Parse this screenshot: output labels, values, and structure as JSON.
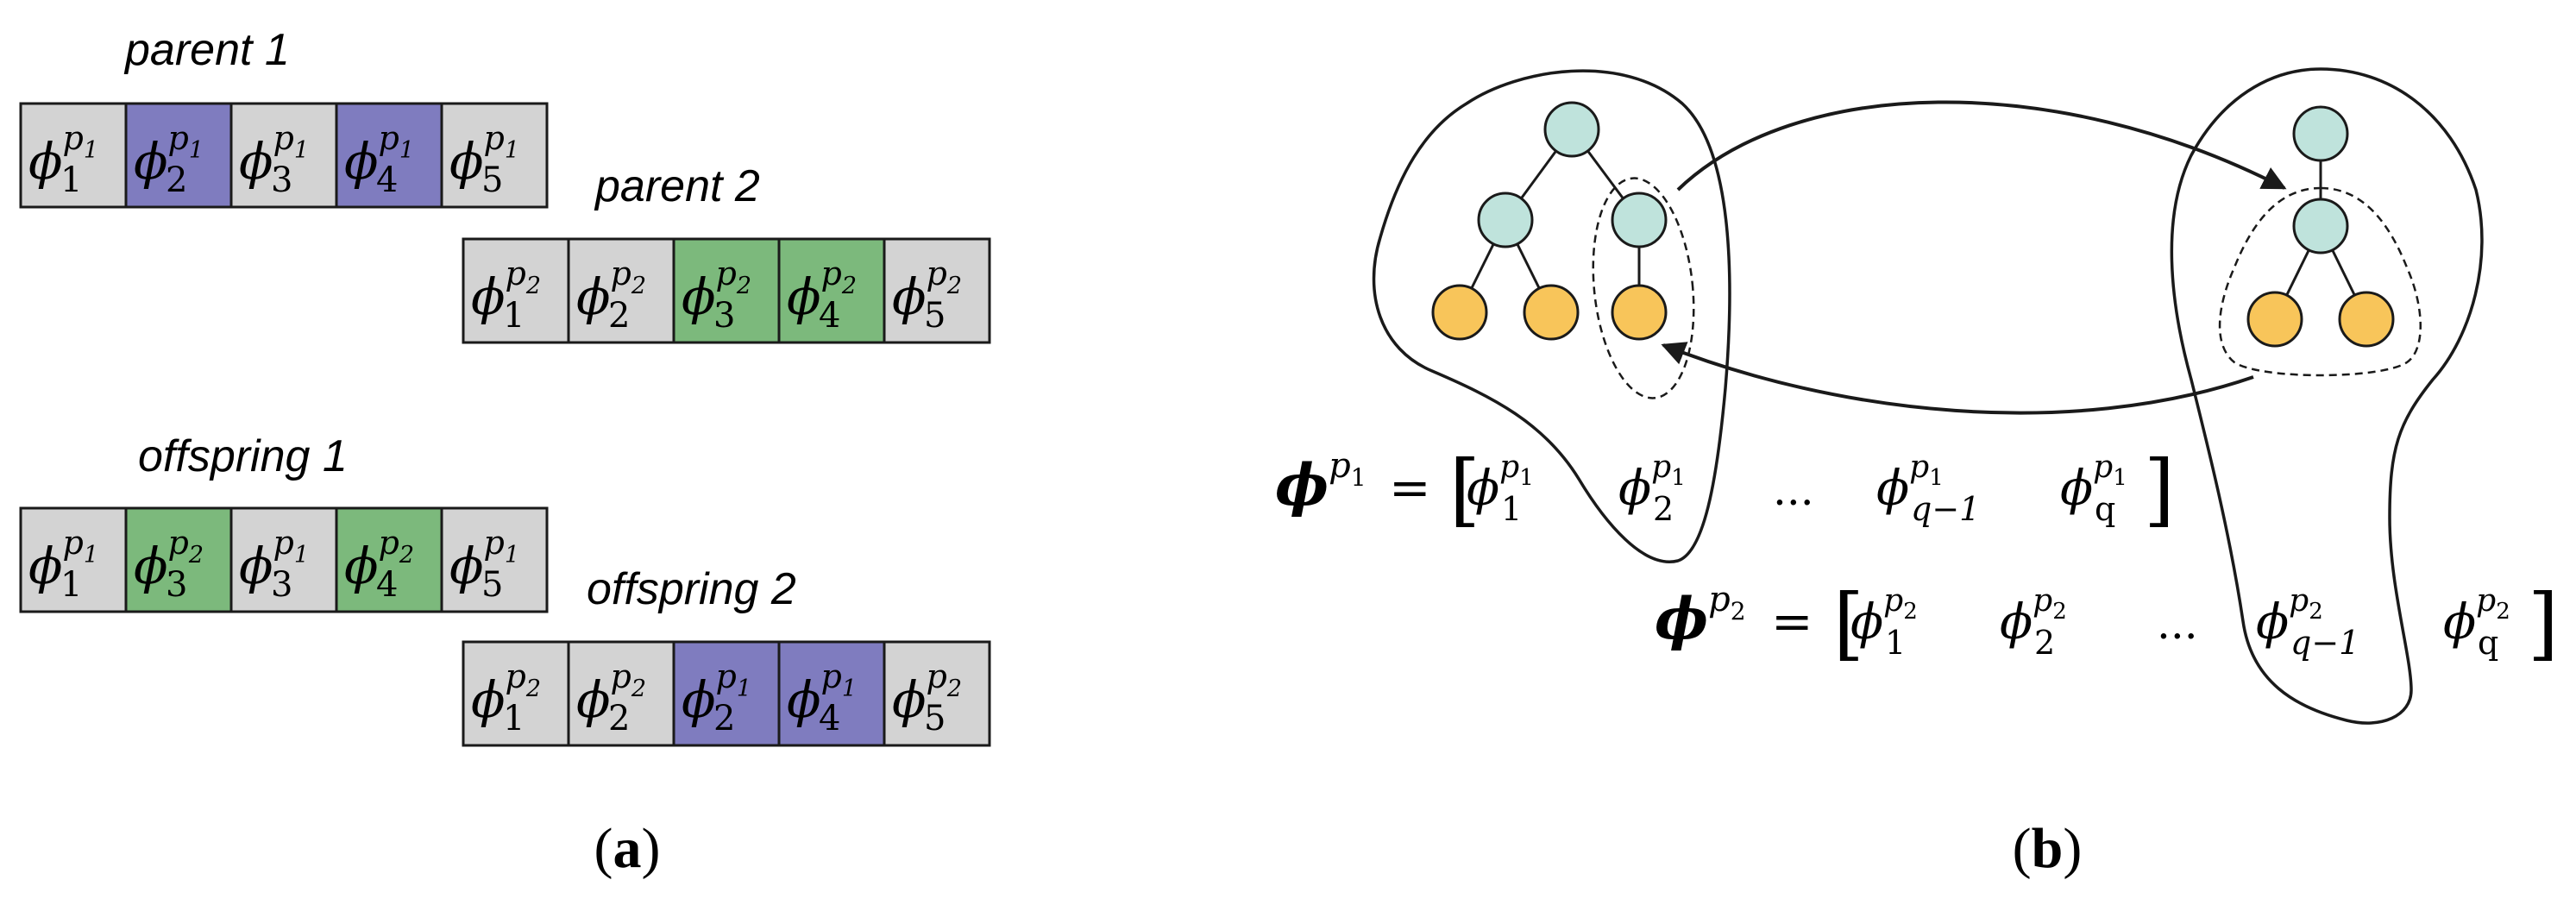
{
  "panel_a": {
    "caption": {
      "open": "(",
      "letter": "a",
      "close": ")"
    },
    "colors": {
      "gray": "#d3d3d3",
      "purple": "#7f7cbf",
      "green": "#7cb97c",
      "stroke": "#1a1a1a"
    },
    "chromosomes": [
      {
        "label": "parent 1",
        "genes": [
          {
            "base": "ϕ",
            "sub": "1",
            "sup": "p",
            "supsub": "1",
            "color": "gray"
          },
          {
            "base": "ϕ",
            "sub": "2",
            "sup": "p",
            "supsub": "1",
            "color": "purple"
          },
          {
            "base": "ϕ",
            "sub": "3",
            "sup": "p",
            "supsub": "1",
            "color": "gray"
          },
          {
            "base": "ϕ",
            "sub": "4",
            "sup": "p",
            "supsub": "1",
            "color": "purple"
          },
          {
            "base": "ϕ",
            "sub": "5",
            "sup": "p",
            "supsub": "1",
            "color": "gray"
          }
        ]
      },
      {
        "label": "parent 2",
        "genes": [
          {
            "base": "ϕ",
            "sub": "1",
            "sup": "p",
            "supsub": "2",
            "color": "gray"
          },
          {
            "base": "ϕ",
            "sub": "2",
            "sup": "p",
            "supsub": "2",
            "color": "gray"
          },
          {
            "base": "ϕ",
            "sub": "3",
            "sup": "p",
            "supsub": "2",
            "color": "green"
          },
          {
            "base": "ϕ",
            "sub": "4",
            "sup": "p",
            "supsub": "2",
            "color": "green"
          },
          {
            "base": "ϕ",
            "sub": "5",
            "sup": "p",
            "supsub": "2",
            "color": "gray"
          }
        ]
      },
      {
        "label": "offspring 1",
        "genes": [
          {
            "base": "ϕ",
            "sub": "1",
            "sup": "p",
            "supsub": "1",
            "color": "gray"
          },
          {
            "base": "ϕ",
            "sub": "3",
            "sup": "p",
            "supsub": "2",
            "color": "green"
          },
          {
            "base": "ϕ",
            "sub": "3",
            "sup": "p",
            "supsub": "1",
            "color": "gray"
          },
          {
            "base": "ϕ",
            "sub": "4",
            "sup": "p",
            "supsub": "2",
            "color": "green"
          },
          {
            "base": "ϕ",
            "sub": "5",
            "sup": "p",
            "supsub": "1",
            "color": "gray"
          }
        ]
      },
      {
        "label": "offspring 2",
        "genes": [
          {
            "base": "ϕ",
            "sub": "1",
            "sup": "p",
            "supsub": "2",
            "color": "gray"
          },
          {
            "base": "ϕ",
            "sub": "2",
            "sup": "p",
            "supsub": "2",
            "color": "gray"
          },
          {
            "base": "ϕ",
            "sub": "2",
            "sup": "p",
            "supsub": "1",
            "color": "purple"
          },
          {
            "base": "ϕ",
            "sub": "4",
            "sup": "p",
            "supsub": "1",
            "color": "purple"
          },
          {
            "base": "ϕ",
            "sub": "5",
            "sup": "p",
            "supsub": "2",
            "color": "gray"
          }
        ]
      }
    ]
  },
  "panel_b": {
    "caption": {
      "open": "(",
      "letter": "b",
      "close": ")"
    },
    "colors": {
      "internal_node": "#bfe3dc",
      "leaf_node": "#f8c55a",
      "stroke": "#1a1a1a"
    },
    "equations": [
      {
        "lhs": "ϕ",
        "lhs_sup": "p",
        "lhs_supsub": "1",
        "equals": "=",
        "open_bracket": "[",
        "close_bracket": "]",
        "terms": [
          {
            "kind": "phi",
            "sub": "1",
            "sup": "p",
            "supsub": "1"
          },
          {
            "kind": "phi",
            "sub": "2",
            "sup": "p",
            "supsub": "1"
          },
          {
            "kind": "dots",
            "text": "..."
          },
          {
            "kind": "phi",
            "sub": "q−1",
            "sup": "p",
            "supsub": "1"
          },
          {
            "kind": "phi",
            "sub": "q",
            "sup": "p",
            "supsub": "1"
          }
        ]
      },
      {
        "lhs": "ϕ",
        "lhs_sup": "p",
        "lhs_supsub": "2",
        "equals": "=",
        "open_bracket": "[",
        "close_bracket": "]",
        "terms": [
          {
            "kind": "phi",
            "sub": "1",
            "sup": "p",
            "supsub": "2"
          },
          {
            "kind": "phi",
            "sub": "2",
            "sup": "p",
            "supsub": "2"
          },
          {
            "kind": "dots",
            "text": "..."
          },
          {
            "kind": "phi",
            "sub": "q−1",
            "sup": "p",
            "supsub": "2"
          },
          {
            "kind": "phi",
            "sub": "q",
            "sup": "p",
            "supsub": "2"
          }
        ]
      }
    ]
  }
}
